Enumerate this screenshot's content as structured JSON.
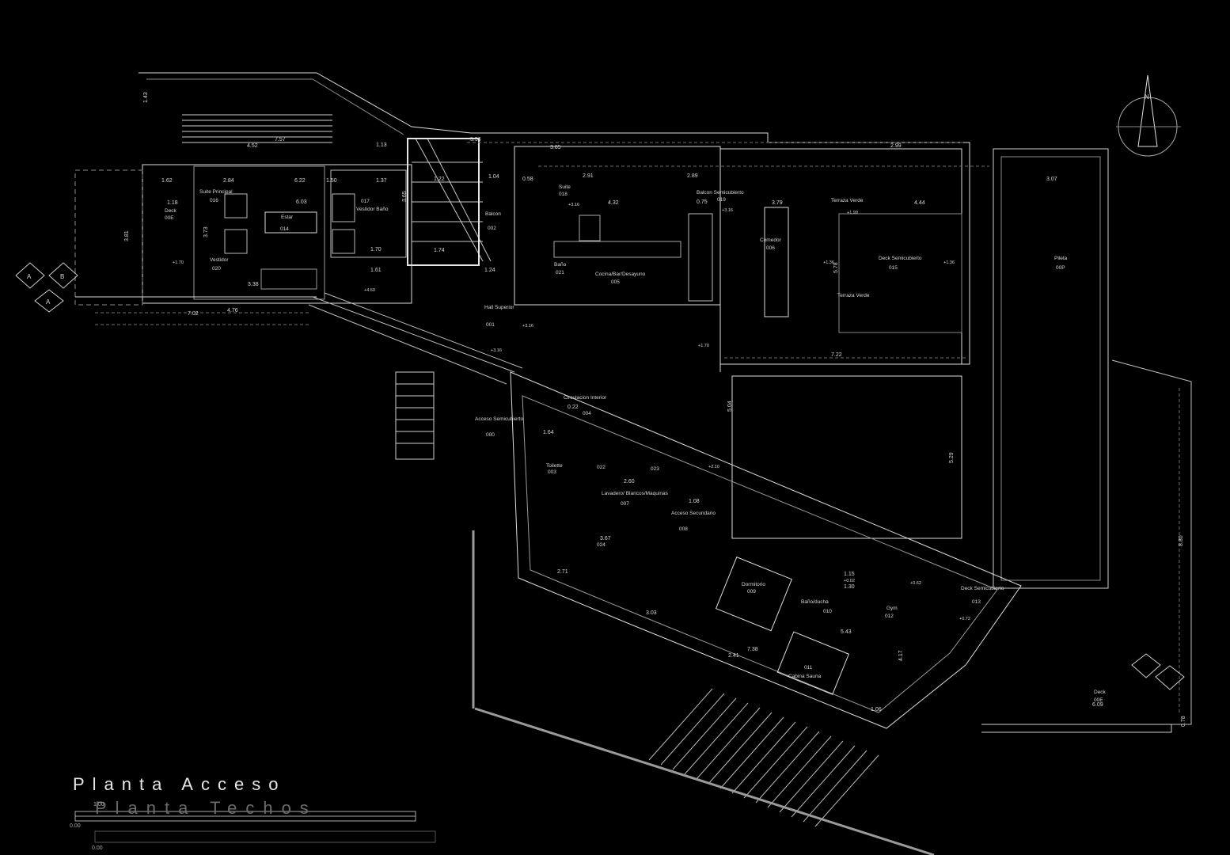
{
  "titles": {
    "main": "Planta Acceso",
    "secondary": "Planta Techos",
    "scale_start": "0.00",
    "scale_mark": "1.00",
    "scale_zero_2": "0.00"
  },
  "rooms": [
    {
      "key": "suite_principal",
      "name": "Suite Principal",
      "code": "016"
    },
    {
      "key": "deck_left",
      "name": "Deck",
      "code": "00E"
    },
    {
      "key": "estar",
      "name": "Estar",
      "code": "014"
    },
    {
      "key": "vestidor",
      "name": "Vestidor",
      "code": "020"
    },
    {
      "key": "vestidor_bano",
      "name": "Vestidor Baño",
      "code": "017"
    },
    {
      "key": "suite",
      "name": "Suite",
      "code": "018"
    },
    {
      "key": "balcon",
      "name": "Balcon",
      "code": "002"
    },
    {
      "key": "balcon_semicubierto",
      "name": "Balcon Semicubierto",
      "code": "019"
    },
    {
      "key": "terraza_verde",
      "name": "Terraza Verde",
      "code": ""
    },
    {
      "key": "comedor",
      "name": "Comedor",
      "code": "006"
    },
    {
      "key": "deck_semicubierto",
      "name": "Deck Semicubierto",
      "code": "015"
    },
    {
      "key": "pileta",
      "name": "Pileta",
      "code": "00P"
    },
    {
      "key": "bano",
      "name": "Baño",
      "code": "021"
    },
    {
      "key": "cocina",
      "name": "Cocina/Bar/Desayuno",
      "code": "005"
    },
    {
      "key": "hall_superior",
      "name": "Hall Superior",
      "code": "001"
    },
    {
      "key": "circulacion",
      "name": "Circulacion Interior",
      "code": "004"
    },
    {
      "key": "acceso_semicubierto",
      "name": "Acceso Semicubierto",
      "code": "000"
    },
    {
      "key": "toilette",
      "name": "Toilette",
      "code": "003"
    },
    {
      "key": "lavadero",
      "name": "Lavadero/ Blancos/Maquinas",
      "code": "007"
    },
    {
      "key": "acceso_secundario",
      "name": "Acceso Secundario",
      "code": "008"
    },
    {
      "key": "dormitorio",
      "name": "Dormitorio",
      "code": "009"
    },
    {
      "key": "bano_ducha",
      "name": "Baño/ducha",
      "code": "010"
    },
    {
      "key": "gym",
      "name": "Gym",
      "code": "012"
    },
    {
      "key": "deck_semicubierto_2",
      "name": "Deck Semicubierto",
      "code": "013"
    },
    {
      "key": "cabina_sauna",
      "name": "Cabina Sauna",
      "code": "011"
    },
    {
      "key": "deck_right",
      "name": "Deck",
      "code": "00E"
    },
    {
      "key": "room_022",
      "name": "",
      "code": "022"
    },
    {
      "key": "room_023",
      "name": "",
      "code": "023"
    },
    {
      "key": "room_024",
      "name": "",
      "code": "024"
    }
  ],
  "terraza_verde_lower": "Terraza Verde",
  "dimensions": [
    "1.43",
    "4.52",
    "7.57",
    "1.13",
    "5.56",
    "1.62",
    "2.84",
    "6.22",
    "1.50",
    "1.37",
    "1.18",
    "3.81",
    "3.73",
    "6.03",
    "1.70",
    "1.61",
    "3.38",
    "7.02",
    "4.76",
    "3.65",
    "1.22",
    "1.04",
    "0.58",
    "2.91",
    "4.32",
    "3.85",
    "2.89",
    "0.75",
    "3.79",
    "4.44",
    "3.07",
    "2.99",
    "5.78",
    "7.22",
    "1.74",
    "1.24",
    "5.04",
    "5.29",
    "8.80",
    "2.71",
    "3.03",
    "2.41",
    "7.38",
    "1.08",
    "1.06",
    "4.17",
    "6.09",
    "0.78",
    "1.64",
    "2.60",
    "3.67",
    "1.15",
    "1.30",
    "0.22",
    "5.43"
  ],
  "levels": [
    "+1.70",
    "+4.60",
    "+3.16",
    "+3.16",
    "+1.99",
    "+1.36",
    "+1.36",
    "+3.16",
    "+3.16",
    "+2.10",
    "+0.02",
    "+0.72",
    "+0.62",
    "+1.70"
  ],
  "north": "N",
  "markers": [
    "A",
    "B",
    "A"
  ],
  "colors": {
    "background": "#000000",
    "lines": "#e0e0e0",
    "faint": "#6e6e6e"
  }
}
